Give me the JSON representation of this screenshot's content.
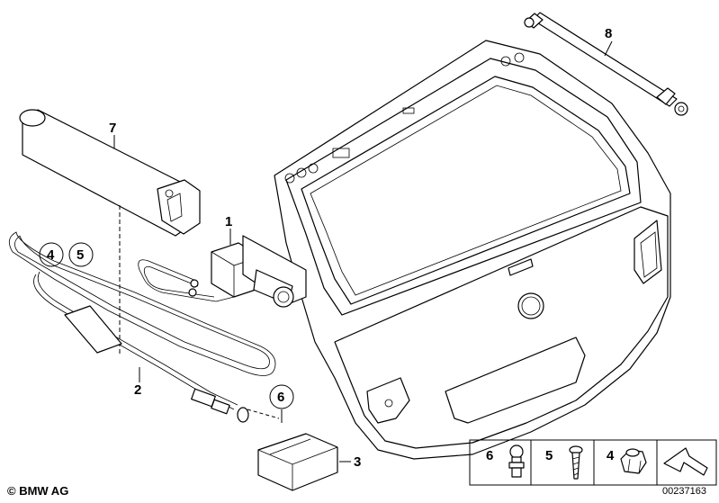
{
  "callouts": {
    "c1": "1",
    "c2": "2",
    "c3": "3",
    "c4_circled": "4",
    "c5_circled": "5",
    "c6_circled": "6",
    "c7": "7",
    "c8": "8"
  },
  "legend": [
    {
      "number": "6",
      "part": "ball-stud"
    },
    {
      "number": "5",
      "part": "screw"
    },
    {
      "number": "4",
      "part": "hex-nut"
    }
  ],
  "footer": {
    "copyright": "© BMW AG",
    "diagram_id": "00237163"
  }
}
